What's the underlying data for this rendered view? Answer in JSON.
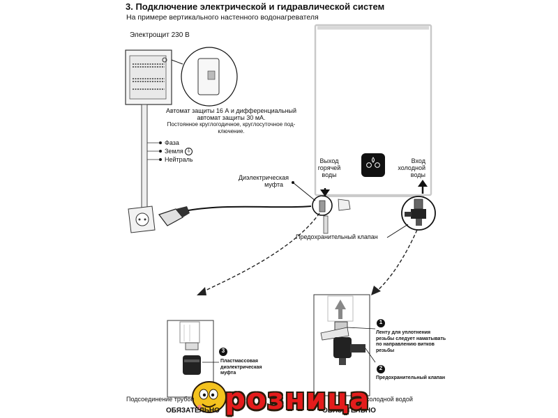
{
  "title": "3. Подключение электрической и гидравлической систем",
  "subtitle": "На примере вертикального настенного водонагревателя",
  "panel_label": "Электрощит 230 В",
  "breaker_text": [
    "Автомат защиты 16 А и дифференциальный",
    "автомат защиты 30 мА.",
    "Постоянное круглогодичное, круглосуточное под-",
    "ключение."
  ],
  "wires": {
    "phase": "Фаза",
    "ground": "Земля",
    "neutral": "Нейтраль"
  },
  "dielectric_label": [
    "Диэлектрическая",
    "муфта"
  ],
  "hot_out_label": [
    "Выход",
    "горячей",
    "воды"
  ],
  "cold_in_label": [
    "Вход",
    "холодной",
    "воды"
  ],
  "safety_valve_label": "Предохранительный клапан",
  "step_notes": {
    "n1": [
      "Ленту для уплотнения",
      "резьбы следует наматывать",
      "по направлению витков",
      "резьбы"
    ],
    "n2": "Предохранительный клапан",
    "n3": [
      "Пластмассовая",
      "диэлектрическая",
      "муфта"
    ]
  },
  "step_numbers": [
    "1",
    "2",
    "3"
  ],
  "bottom_left_caption": "Подсоединение трубоп",
  "bottom_right_caption": "холодной водой",
  "mandatory_left": "ОБЯЗАТЕЛЬНО",
  "mandatory_right": "ОБЯЗАТЕЛЬНО",
  "logo_text": "розница",
  "colors": {
    "ink": "#111111",
    "heater_border": "#c9c9c9",
    "logo_red": "#e41c1c",
    "logo_yellow": "#f4c21e"
  }
}
